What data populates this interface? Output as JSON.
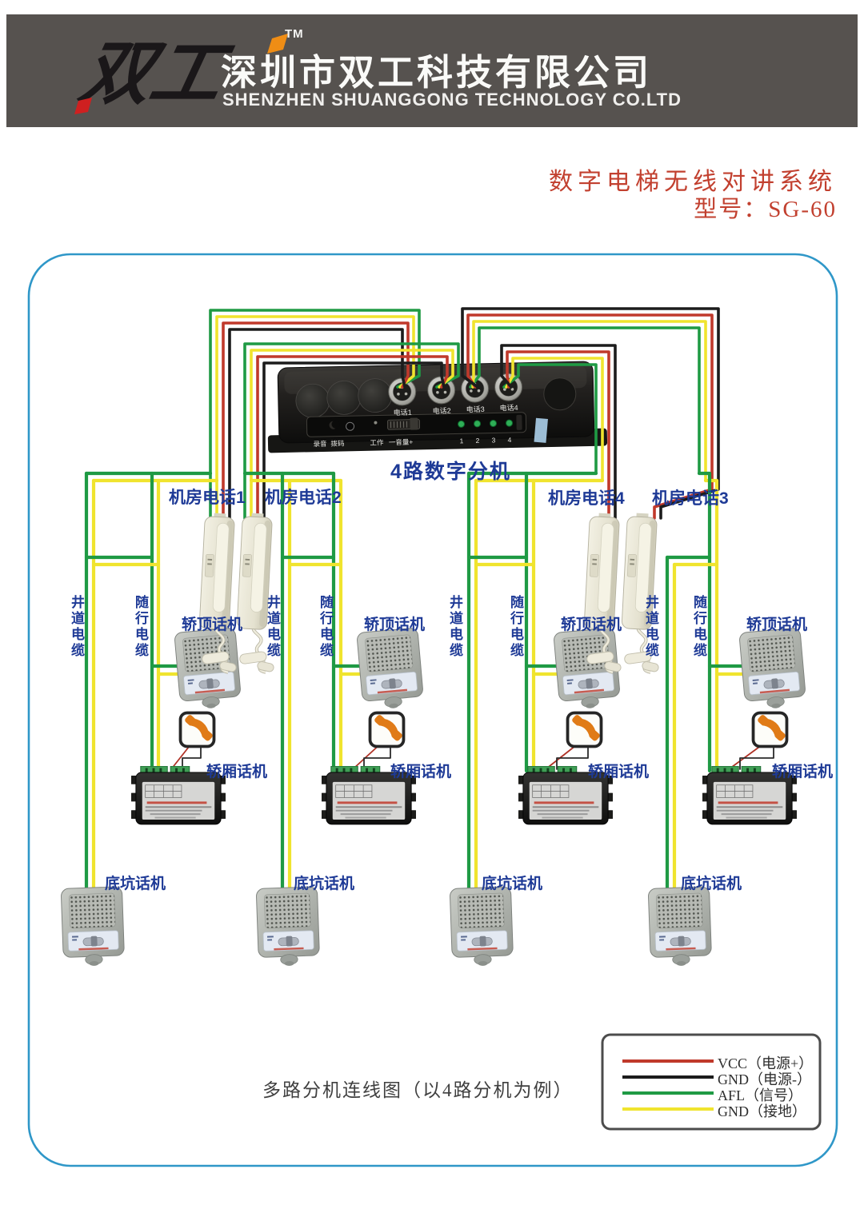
{
  "header": {
    "logo_text": "双工",
    "trademark": "TM",
    "company_cn": "深圳市双工科技有限公司",
    "company_en": "SHENZHEN SHUANGGONG TECHNOLOGY CO.LTD"
  },
  "product_title": {
    "line1": "数字电梯无线对讲系统",
    "line2": "型号：SG-60"
  },
  "main_unit": {
    "label": "4路数字分机",
    "ports": [
      "电话1",
      "电话2",
      "电话3",
      "电话4"
    ],
    "panel_labels": [
      "录音",
      "拨码",
      "工作",
      "一音量+"
    ],
    "channels": [
      "1",
      "2",
      "3",
      "4"
    ]
  },
  "branches": [
    {
      "machine_phone": "机房电话1",
      "hoistway_cable": "井道电缆",
      "traveling_cable": "随行电缆",
      "car_top_phone": "轿顶话机",
      "car_phone": "轿厢话机",
      "pit_phone": "底坑话机"
    },
    {
      "machine_phone": "机房电话2",
      "hoistway_cable": "井道电缆",
      "traveling_cable": "随行电缆",
      "car_top_phone": "轿顶话机",
      "car_phone": "轿厢话机",
      "pit_phone": "底坑话机"
    },
    {
      "machine_phone": "机房电话4",
      "hoistway_cable": "井道电缆",
      "traveling_cable": "随行电缆",
      "car_top_phone": "轿顶话机",
      "car_phone": "轿厢话机",
      "pit_phone": "底坑话机"
    },
    {
      "machine_phone": "机房电话3",
      "hoistway_cable": "井道电缆",
      "traveling_cable": "随行电缆",
      "car_top_phone": "轿顶话机",
      "car_phone": "轿厢话机",
      "pit_phone": "底坑话机"
    }
  ],
  "legend": {
    "items": [
      {
        "id": "vcc",
        "color": "#c0392b",
        "label": "VCC（电源+）"
      },
      {
        "id": "gnd-power",
        "color": "#1c1c1c",
        "label": "GND（电源-）"
      },
      {
        "id": "afl",
        "color": "#1f9a44",
        "label": "AFL（信号）"
      },
      {
        "id": "gnd-earth",
        "color": "#f0e42e",
        "label": "GND（接地）"
      }
    ]
  },
  "caption": "多路分机连线图（以4路分机为例）",
  "colors": {
    "wire_green": "#1f9a44",
    "wire_yellow": "#f0e42e",
    "wire_red": "#c0392b",
    "wire_black": "#1c1c1c",
    "label_blue": "#1e3a96",
    "border_blue": "#2f97c8",
    "title_red": "#c2402f",
    "header_bg": "#56524f",
    "icon_orange": "#e07b17"
  }
}
